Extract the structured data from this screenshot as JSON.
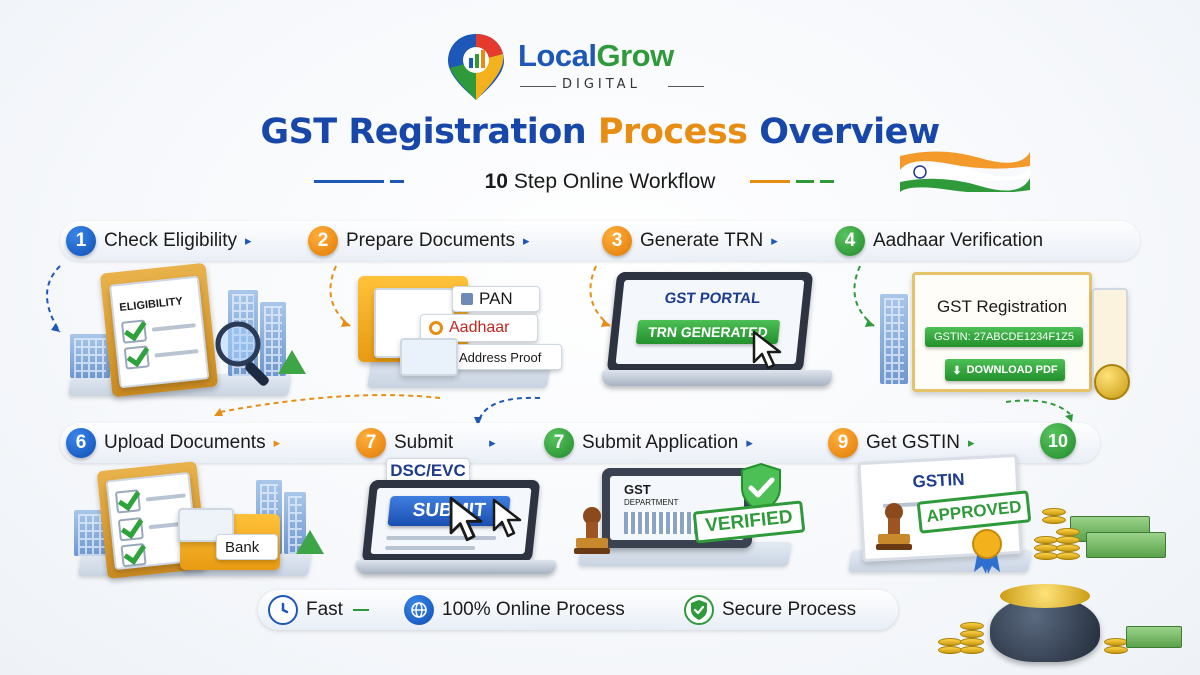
{
  "brand": {
    "name_part1": "Local",
    "name_part2": "Grow",
    "tagline": "DIGITAL"
  },
  "title": {
    "part1": "GST Registration ",
    "part2": "Process",
    "part3": " Overview"
  },
  "subtitle": {
    "number": "10",
    "text": " Step Online Workflow"
  },
  "steps_row1": [
    {
      "number": "1",
      "label": "Check Eligibility",
      "color": "#1d57b8"
    },
    {
      "number": "2",
      "label": "Prepare Documents",
      "color": "#e88d14"
    },
    {
      "number": "3",
      "label": "Generate TRN",
      "color": "#e88d14"
    },
    {
      "number": "4",
      "label": "Aadhaar Verification",
      "color": "#2f9a3a"
    }
  ],
  "steps_row2": [
    {
      "number": "6",
      "label": "Upload Documents",
      "color": "#1d57b8"
    },
    {
      "number": "7",
      "label": "Submit",
      "color": "#e88d14"
    },
    {
      "number": "7",
      "label": "Submit Application",
      "color": "#2f9a3a"
    },
    {
      "number": "9",
      "label": "Get GSTIN",
      "color": "#e88d14"
    },
    {
      "number": "10",
      "label": "",
      "color": "#2f9a3a"
    }
  ],
  "scene1": {
    "doc_title": "ELIGIBILITY"
  },
  "scene2": {
    "tag_pan": "PAN",
    "tag_aadhaar": "Aadhaar",
    "tag_address": "Address Proof"
  },
  "scene3": {
    "portal": "GST PORTAL",
    "button": "TRN GENERATED"
  },
  "scene4": {
    "heading": "GST Registration",
    "gstin": "GSTIN: 27ABCDE1234F1Z5",
    "download": "DOWNLOAD PDF"
  },
  "scene6": {
    "tag_bank": "Bank"
  },
  "scene7": {
    "caption": "DSC/EVC",
    "button": "SUBMIT"
  },
  "scene8": {
    "screen_title": "GST",
    "screen_sub": "DEPARTMENT",
    "stamp": "VERIFIED"
  },
  "scene9": {
    "heading": "GSTIN",
    "stamp": "APPROVED"
  },
  "features": [
    {
      "icon": "clock-icon",
      "label": "Fast"
    },
    {
      "icon": "globe-icon",
      "label": "100% Online Process"
    },
    {
      "icon": "shield-check-icon",
      "label": "Secure Process"
    }
  ],
  "colors": {
    "blue": "#1d57b8",
    "orange": "#e88d14",
    "green": "#2f9a3a"
  }
}
